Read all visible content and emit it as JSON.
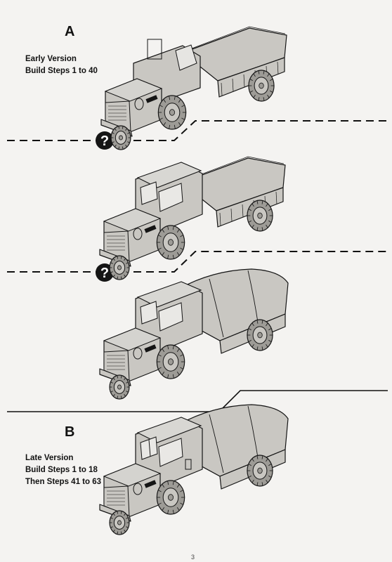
{
  "section_a": {
    "letter": "A",
    "caption_lines": [
      "Early Version",
      "Build Steps 1 to 40"
    ]
  },
  "section_b": {
    "letter": "B",
    "caption_lines": [
      "Late Version",
      "Build Steps 1 to 18",
      "Then Steps 41 to 63"
    ]
  },
  "question_markers": [
    "?",
    "?"
  ],
  "page_number": "3",
  "colors": {
    "truck": "#c9c7c2",
    "truck_shadow": "#9d9b96",
    "ink": "#151515",
    "paper": "#f4f3f1"
  },
  "illustrations": [
    {
      "variant": "open-cab-open-bed",
      "icon": "truck-open-icon"
    },
    {
      "variant": "closed-cab-open-bed",
      "icon": "truck-cab-icon"
    },
    {
      "variant": "closed-cab-tarp",
      "icon": "truck-tarp-icon"
    },
    {
      "variant": "late-cab-tarp",
      "icon": "truck-late-icon"
    }
  ]
}
